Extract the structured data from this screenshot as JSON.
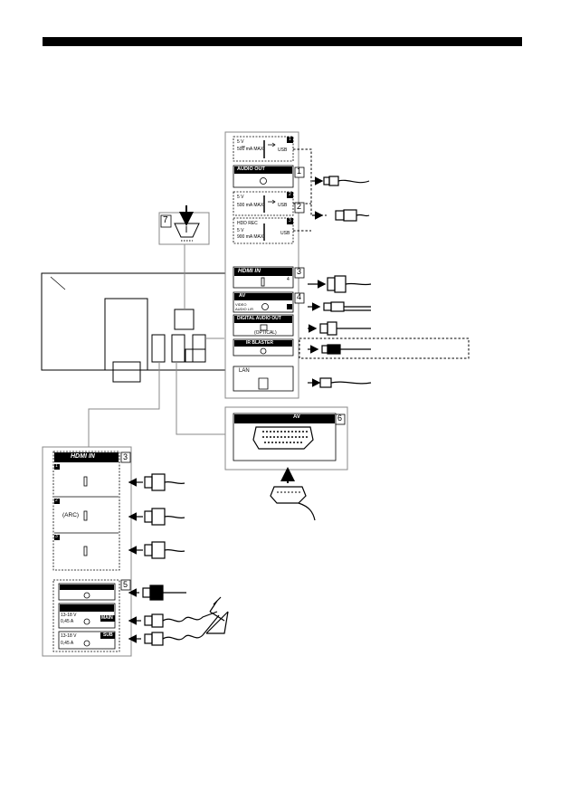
{
  "rear_panel": {
    "usb_1": {
      "rating": "5 V",
      "current": "500 mA MAX",
      "label": "USB",
      "port_no": "1"
    },
    "audio_out": {
      "label": "AUDIO OUT",
      "callout": "1"
    },
    "usb_2": {
      "rating": "5 V",
      "current": "500 mA MAX",
      "label": "USB",
      "port_no": "2",
      "callout": "2"
    },
    "usb_3": {
      "title": "HDD REC",
      "rating": "5 V",
      "current": "900 mA MAX",
      "label": "USB",
      "port_no": "3"
    },
    "hdmi_top": {
      "label": "HDMI IN",
      "port_no": "4",
      "callout": "3"
    },
    "av_in": {
      "label": "AV",
      "sub1": "VIDEO",
      "sub2": "AUDIO L/R",
      "callout": "4"
    },
    "digital_audio": {
      "label": "DIGITAL AUDIO OUT",
      "sub": "(OPTICAL)"
    },
    "ir_blaster": {
      "label": "IR BLASTER"
    },
    "lan": {
      "label": "LAN"
    },
    "wall_mount": {
      "callout": "7"
    }
  },
  "scart": {
    "label": "AV",
    "callout": "6"
  },
  "side_panel": {
    "hdmi": {
      "label": "HDMI IN",
      "callout": "3",
      "ports": [
        "1",
        "2",
        "3"
      ],
      "arc": "(ARC)"
    },
    "antenna": {
      "callout": "5"
    },
    "sat_main": {
      "rating": "13-18 V",
      "current": "0,45 A",
      "tag": "MAIN"
    },
    "sat_sub": {
      "rating": "13-18 V",
      "current": "0,45 A",
      "tag": "SUB"
    }
  }
}
